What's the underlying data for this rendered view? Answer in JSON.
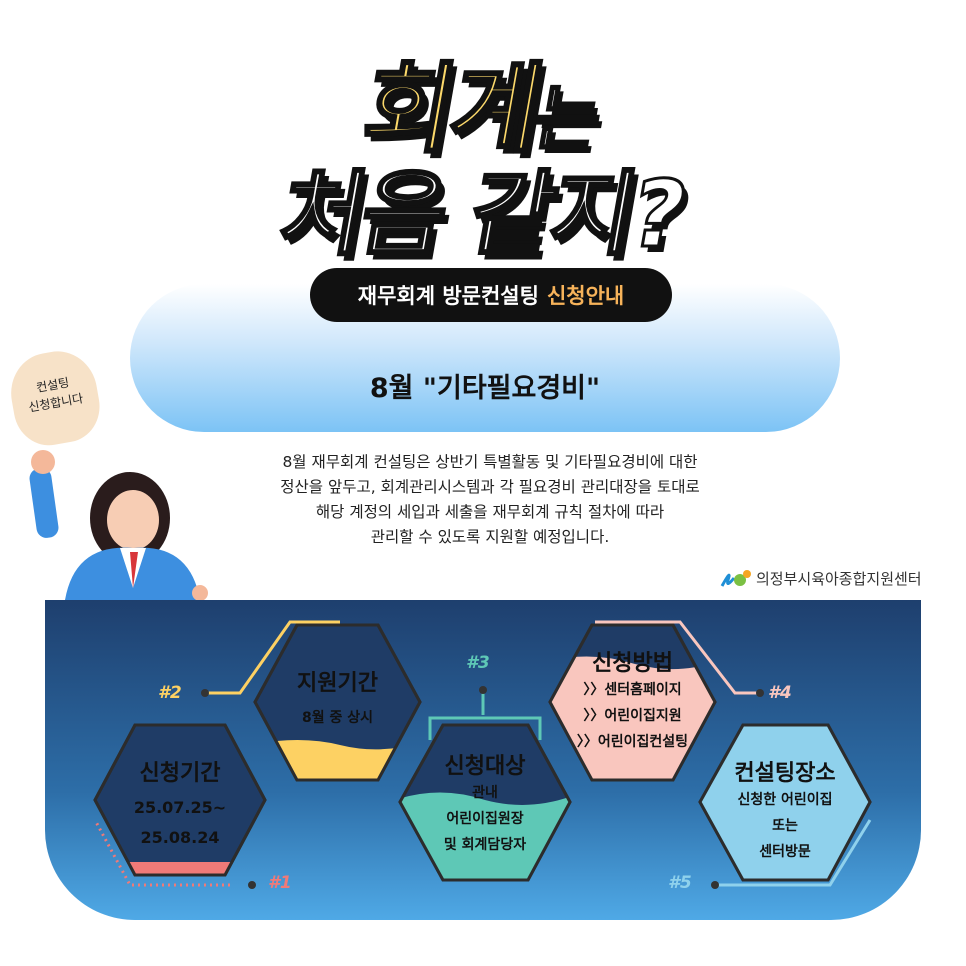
{
  "title": {
    "line1_a": "회계",
    "line1_b": "는",
    "line2": "처음 같지?"
  },
  "banner": {
    "label_main": "재무회계 방문컨설팅",
    "label_accent": "신청안내",
    "subtitle": "8월 \"기타필요경비\""
  },
  "speech_bubble": {
    "line1": "컨설팅",
    "line2": "신청합니다"
  },
  "description": [
    "8월 재무회계 컨설팅은  상반기 특별활동 및 기타필요경비에 대한",
    "정산을 앞두고, 회계관리시스템과 각 필요경비 관리대장을 토대로",
    "해당 계정의 세입과 세출을  재무회계 규칙 절차에 따라",
    "관리할 수 있도록 지원할 예정입니다."
  ],
  "org": {
    "name": "의정부시육아종합지원센터"
  },
  "steps": [
    {
      "num": "#1",
      "title": "신청기간",
      "lines": [
        "25.07.25~",
        "25.08.24"
      ],
      "color": "#f07a78"
    },
    {
      "num": "#2",
      "title": "지원기간",
      "lines": [
        "8월 중 상시"
      ],
      "color": "#fdd163"
    },
    {
      "num": "#3",
      "title": "신청대상",
      "lines": [
        "관내",
        "어린이집원장",
        "및 회계담당자"
      ],
      "color": "#5ec8b6"
    },
    {
      "num": "#4",
      "title": "신청방법",
      "lines": [
        "〉〉센터홈페이지",
        "〉〉어린이집지원",
        "〉〉어린이집컨설팅"
      ],
      "color": "#f9c6be"
    },
    {
      "num": "#5",
      "title": "컨설팅장소",
      "lines": [
        "신청한 어린이집",
        "또는",
        "센터방문"
      ],
      "color": "#8fd1ec"
    }
  ]
}
